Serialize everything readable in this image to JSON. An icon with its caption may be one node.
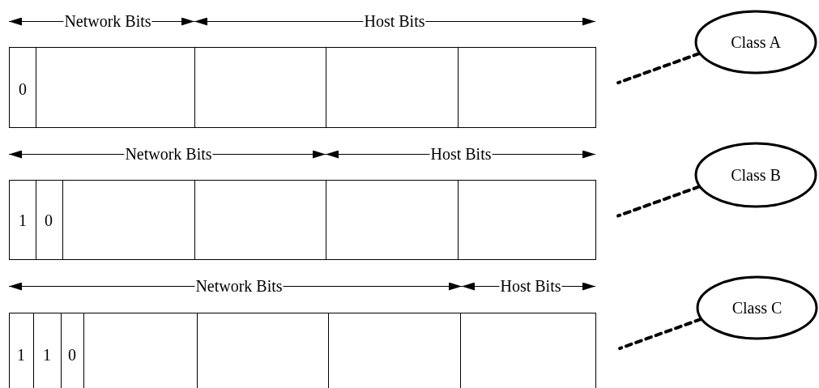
{
  "diagram": {
    "nodes": [
      {
        "text": [
          "Class A"
        ]
      },
      {
        "text": [
          "Class B"
        ]
      },
      {
        "text": [
          "Class C"
        ]
      }
    ],
    "edges": [
      {
        "from": 0,
        "to": null,
        "arrow": "none",
        "style": "dashed"
      },
      {
        "from": 1,
        "to": null,
        "arrow": "none",
        "style": "dashed"
      },
      {
        "from": 2,
        "to": null,
        "arrow": "none",
        "style": "dashed"
      }
    ],
    "labels": [
      "Network Bits",
      "Host Bits",
      "0",
      "Network Bits",
      "Host Bits",
      "1",
      "0",
      "Network Bits",
      "Host Bits",
      "1",
      "1",
      "0"
    ]
  }
}
